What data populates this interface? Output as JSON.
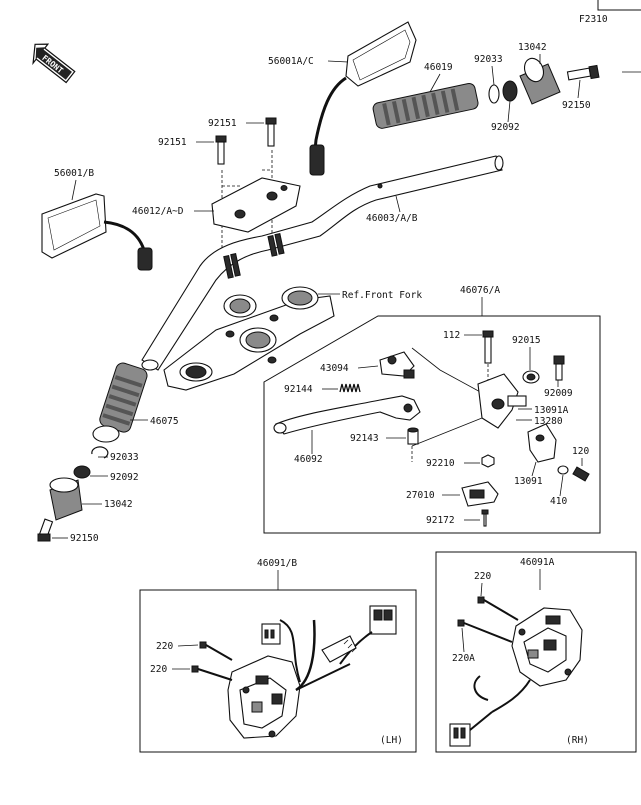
{
  "figure_code": "F2310",
  "front_label": "FRONT",
  "labels": {
    "mirror_right": "56001A/C",
    "mirror_left": "56001/B",
    "grip_right": "46019",
    "washer_right": "92033",
    "weight_right": "13042",
    "collar_right": "92092",
    "bolt_right": "92150",
    "clamp_bolt_upper": "92151",
    "clamp_bolt_lower": "92151",
    "holder": "46012/A~D",
    "handlebar": "46003/A/B",
    "ref_front_fork": "Ref.Front Fork",
    "grip_left": "46075",
    "washer_left": "92033",
    "collar_left": "92092",
    "weight_left": "13042",
    "bolt_left": "92150",
    "lever_assy": "46076/A",
    "bolt_112": "112",
    "cap_92015": "92015",
    "adjuster": "43094",
    "screw_92009": "92009",
    "spring": "92144",
    "bracket": "13091A",
    "holder_13280": "13280",
    "lever": "46092",
    "pin": "92143",
    "nut": "92210",
    "clamp_13091": "13091",
    "bolt_120": "120",
    "washer_410": "410",
    "switch_27010": "27010",
    "screw_92172": "92172",
    "switch_lh": "46091/B",
    "screw_lh_a": "220",
    "screw_lh_b": "220",
    "switch_rh": "46091A",
    "screw_rh_a": "220",
    "screw_rh_b": "220A",
    "side_lh": "(LH)",
    "side_rh": "(RH)"
  }
}
